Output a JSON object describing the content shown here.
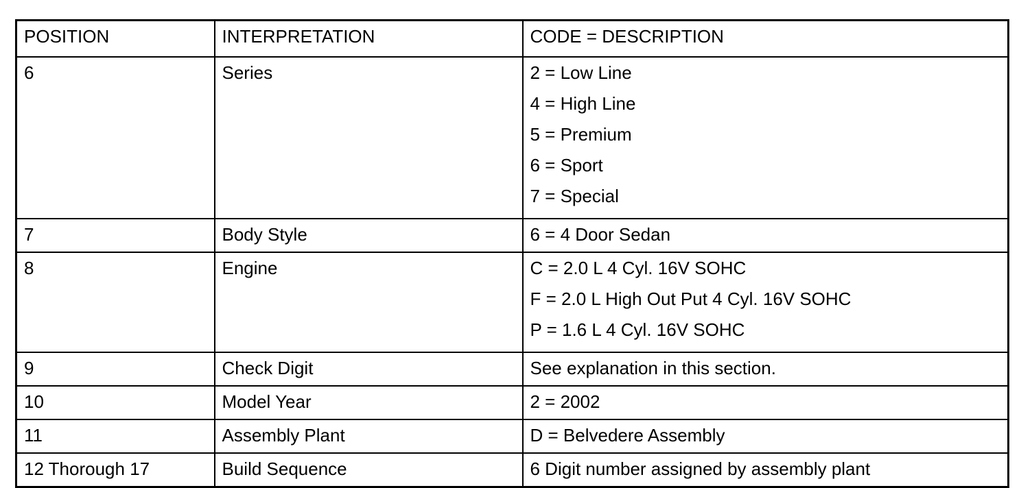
{
  "table": {
    "headers": [
      "POSITION",
      "INTERPRETATION",
      "CODE = DESCRIPTION"
    ],
    "rows": [
      {
        "position": "6",
        "interpretation": "Series",
        "codes": [
          "2 = Low Line",
          "4 = High Line",
          "5 = Premium",
          "6 = Sport",
          "7 = Special"
        ]
      },
      {
        "position": "7",
        "interpretation": "Body Style",
        "codes": [
          "6 = 4 Door Sedan"
        ]
      },
      {
        "position": "8",
        "interpretation": "Engine",
        "codes": [
          "C = 2.0 L 4 Cyl. 16V SOHC",
          "F = 2.0 L High Out Put 4 Cyl. 16V SOHC",
          "P = 1.6 L 4 Cyl. 16V SOHC"
        ]
      },
      {
        "position": "9",
        "interpretation": "Check Digit",
        "codes": [
          "See explanation in this section."
        ]
      },
      {
        "position": "10",
        "interpretation": "Model Year",
        "codes": [
          "2 = 2002"
        ]
      },
      {
        "position": "11",
        "interpretation": "Assembly Plant",
        "codes": [
          "D = Belvedere Assembly"
        ]
      },
      {
        "position": "12 Thorough 17",
        "interpretation": "Build Sequence",
        "codes": [
          "6 Digit number assigned by assembly plant"
        ]
      }
    ]
  }
}
